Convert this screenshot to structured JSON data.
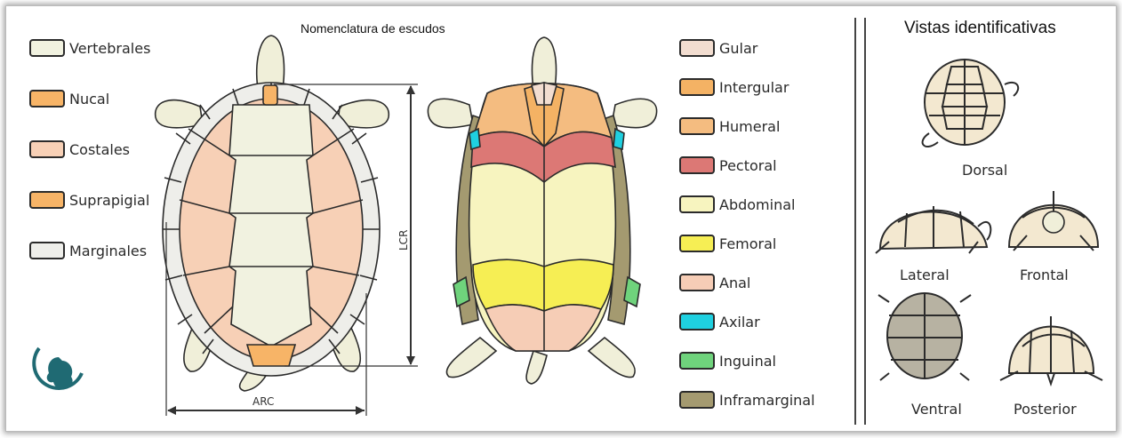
{
  "title_main": "Nomenclatura de escudos",
  "title_views": "Vistas identificativas",
  "carapace_legend": [
    {
      "label": "Vertebrales",
      "color": "#f1f2e0"
    },
    {
      "label": "Nucal",
      "color": "#f7b467"
    },
    {
      "label": "Costales",
      "color": "#f7d0b6"
    },
    {
      "label": "Suprapigial",
      "color": "#f7b467"
    },
    {
      "label": "Marginales",
      "color": "#eeeeea"
    }
  ],
  "plastron_legend": [
    {
      "label": "Gular",
      "color": "#f2ddd0"
    },
    {
      "label": "Intergular",
      "color": "#f4b264"
    },
    {
      "label": "Humeral",
      "color": "#f4bc80"
    },
    {
      "label": "Pectoral",
      "color": "#dc7875"
    },
    {
      "label": "Abdominal",
      "color": "#f7f4bf"
    },
    {
      "label": "Femoral",
      "color": "#f6ee54"
    },
    {
      "label": "Anal",
      "color": "#f6cdb6"
    },
    {
      "label": "Axilar",
      "color": "#1fd0e0"
    },
    {
      "label": "Inguinal",
      "color": "#6fd37c"
    },
    {
      "label": "Inframarginal",
      "color": "#a49a70"
    }
  ],
  "dimensions": {
    "length": "LCR",
    "width": "ARC"
  },
  "views": {
    "dorsal": "Dorsal",
    "lateral": "Lateral",
    "frontal": "Frontal",
    "ventral": "Ventral",
    "posterior": "Posterior"
  },
  "colors": {
    "limb": "#f0efd9",
    "logo": "#1f6a73"
  }
}
